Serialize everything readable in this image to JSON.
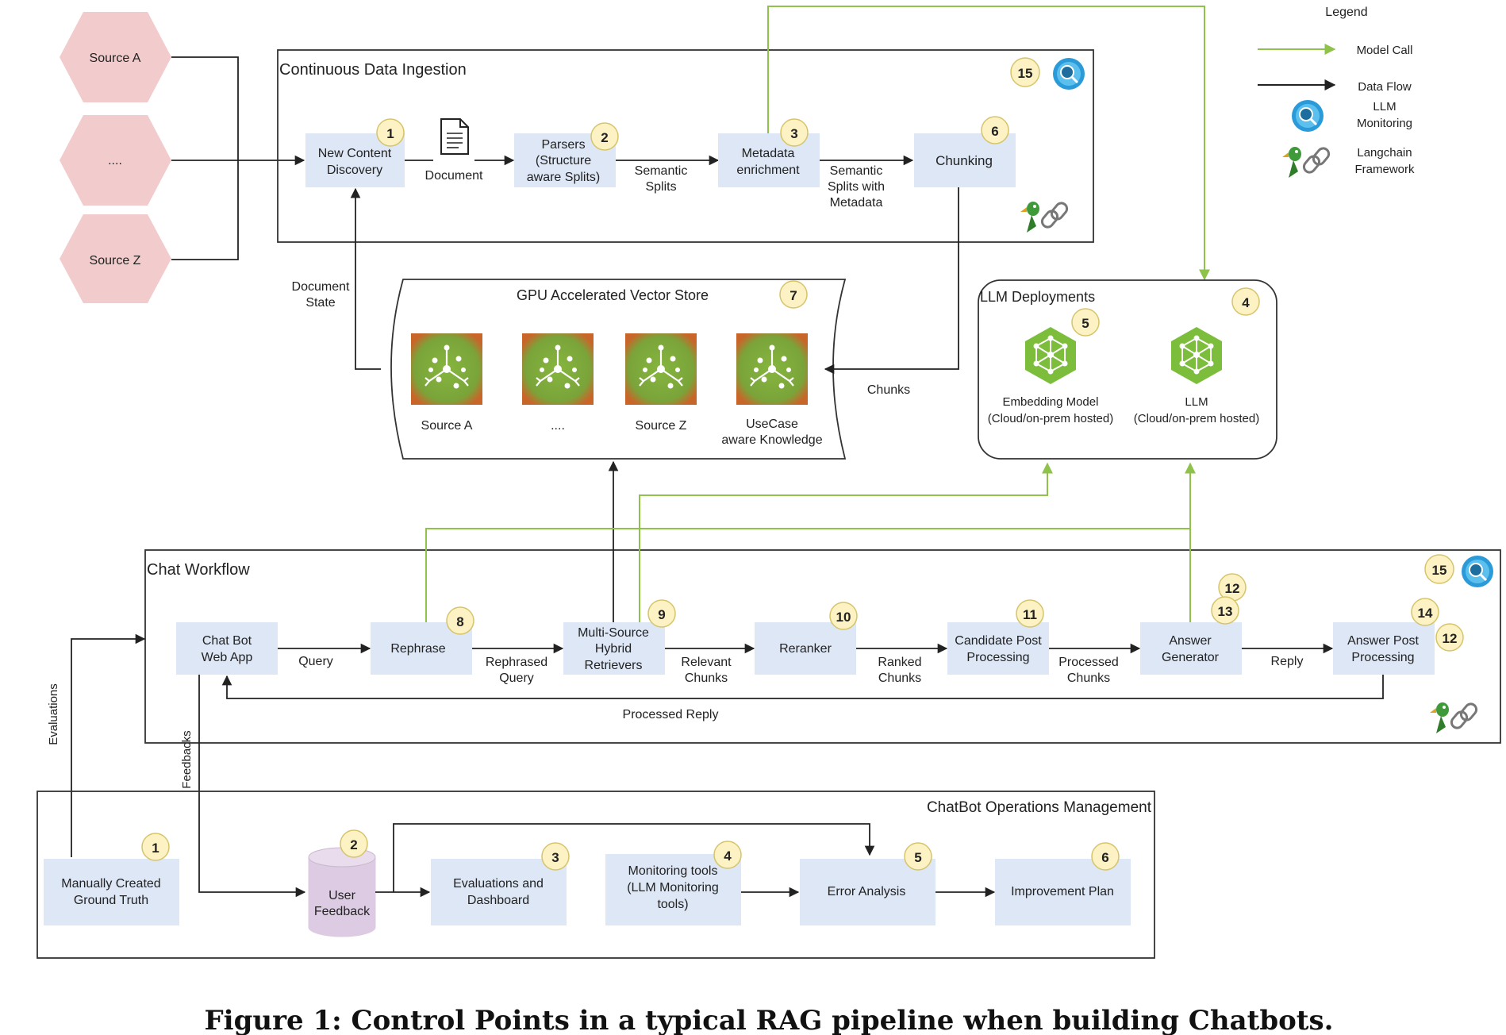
{
  "colors": {
    "node_fill": "#dde7f6",
    "badge_fill": "#fdf2c4",
    "badge_stroke": "#d6c46a",
    "source_fill": "#f2cccc",
    "model_call": "#8fc24a",
    "data_flow": "#222222",
    "monitor_blue": "#2b9ad8",
    "vector_green": "#7fae3b",
    "vector_orange": "#c8662a",
    "db_fill": "#dccbe2"
  },
  "legend": {
    "title": "Legend",
    "model_call": "Model Call",
    "data_flow": "Data Flow",
    "llm_monitoring_1": "LLM",
    "llm_monitoring_2": "Monitoring",
    "langchain_1": "Langchain",
    "langchain_2": "Framework"
  },
  "sources": {
    "a": "Source A",
    "dots": "....",
    "z": "Source Z"
  },
  "ingestion": {
    "title": "Continuous Data Ingestion",
    "badge_monitor": "15",
    "new_content_1": "New Content",
    "new_content_2": "Discovery",
    "badge_1": "1",
    "document_label": "Document",
    "parsers_1": "Parsers",
    "parsers_2": "(Structure",
    "parsers_3": "aware Splits)",
    "badge_2": "2",
    "semantic_splits_1": "Semantic",
    "semantic_splits_2": "Splits",
    "metadata_1": "Metadata",
    "metadata_2": "enrichment",
    "badge_3": "3",
    "splits_meta_1": "Semantic",
    "splits_meta_2": "Splits with",
    "splits_meta_3": "Metadata",
    "chunking": "Chunking",
    "badge_6": "6"
  },
  "vector_store": {
    "title": "GPU Accelerated Vector Store",
    "badge": "7",
    "doc_state_1": "Document",
    "doc_state_2": "State",
    "chunks": "Chunks",
    "items": [
      "Source A",
      "....",
      "Source Z",
      "UseCase"
    ],
    "usecase_2": "aware Knowledge"
  },
  "llm_deployments": {
    "title": "LLM Deployments",
    "badge": "4",
    "embed_badge": "5",
    "embed_1": "Embedding Model",
    "embed_2": "(Cloud/on-prem hosted)",
    "llm_1": "LLM",
    "llm_2": "(Cloud/on-prem hosted)"
  },
  "chat_workflow": {
    "title": "Chat Workflow",
    "badge_monitor": "15",
    "chatbot_1": "Chat Bot",
    "chatbot_2": "Web App",
    "query": "Query",
    "rephrase": "Rephrase",
    "badge_8": "8",
    "rephrased_1": "Rephrased",
    "rephrased_2": "Query",
    "retrievers_1": "Multi-Source",
    "retrievers_2": "Hybrid",
    "retrievers_3": "Retrievers",
    "badge_9": "9",
    "relevant_1": "Relevant",
    "relevant_2": "Chunks",
    "reranker": "Reranker",
    "badge_10": "10",
    "ranked_1": "Ranked",
    "ranked_2": "Chunks",
    "candidate_1": "Candidate Post",
    "candidate_2": "Processing",
    "badge_11": "11",
    "processed_1": "Processed",
    "processed_2": "Chunks",
    "answer_gen_1": "Answer",
    "answer_gen_2": "Generator",
    "badge_12a": "12",
    "badge_13": "13",
    "reply": "Reply",
    "answer_post_1": "Answer Post",
    "answer_post_2": "Processing",
    "badge_14": "14",
    "badge_12b": "12",
    "processed_reply": "Processed Reply",
    "evaluations": "Evaluations",
    "feedbacks": "Feedbacks"
  },
  "ops": {
    "title": "ChatBot Operations Management",
    "ground_truth_1": "Manually Created",
    "ground_truth_2": "Ground Truth",
    "badge_1": "1",
    "user_feedback_1": "User",
    "user_feedback_2": "Feedback",
    "badge_2": "2",
    "eval_1": "Evaluations and",
    "eval_2": "Dashboard",
    "badge_3": "3",
    "monitor_1": "Monitoring tools",
    "monitor_2": "(LLM Monitoring",
    "monitor_3": "tools)",
    "badge_4": "4",
    "error": "Error Analysis",
    "badge_5": "5",
    "improve": "Improvement Plan",
    "badge_6": "6"
  },
  "caption": "Figure 1: Control Points in a typical RAG pipeline when building Chatbots."
}
